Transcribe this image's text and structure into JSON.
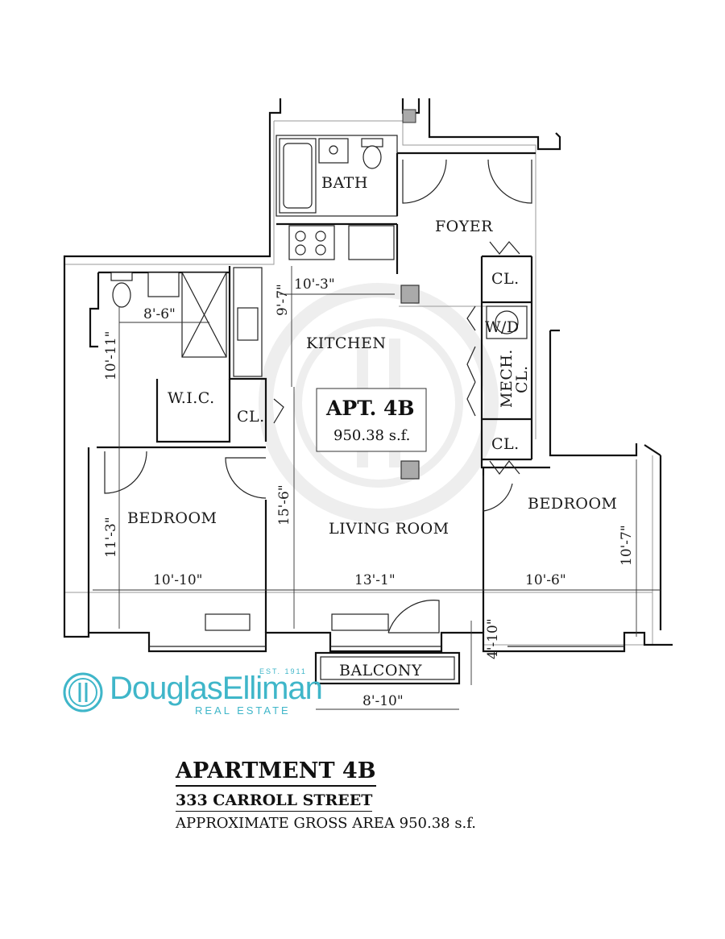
{
  "rooms": {
    "bath": "BATH",
    "foyer": "FOYER",
    "kitchen": "KITCHEN",
    "wic": "W.I.C.",
    "closet": "CL.",
    "wd": "W/D",
    "mech": "MECH.",
    "mech_cl": "CL.",
    "bedroom": "BEDROOM",
    "living": "LIVING ROOM",
    "balcony": "BALCONY"
  },
  "dimensions": {
    "kitchen_w": "10'-3\"",
    "kitchen_d": "9'-7\"",
    "bath_w": "8'-6\"",
    "left_bed_d_upper": "10'-11\"",
    "left_bed_d": "11'-3\"",
    "left_bed_w": "10'-10\"",
    "living_d": "15'-6\"",
    "living_w": "13'-1\"",
    "right_bed_w": "10'-6\"",
    "right_bed_d": "10'-7\"",
    "balcony_w": "8'-10\"",
    "balcony_d": "4'-10\""
  },
  "unit_box": {
    "title": "APT. 4B",
    "area": "950.38 s.f."
  },
  "logo": {
    "name": "DouglasElliman",
    "est": "EST. 1911",
    "sub": "REAL ESTATE",
    "color": "#3fb6c9"
  },
  "caption": {
    "title": "APARTMENT 4B",
    "address": "333 CARROLL STREET",
    "area": "APPROXIMATE GROSS AREA   950.38 s.f."
  }
}
